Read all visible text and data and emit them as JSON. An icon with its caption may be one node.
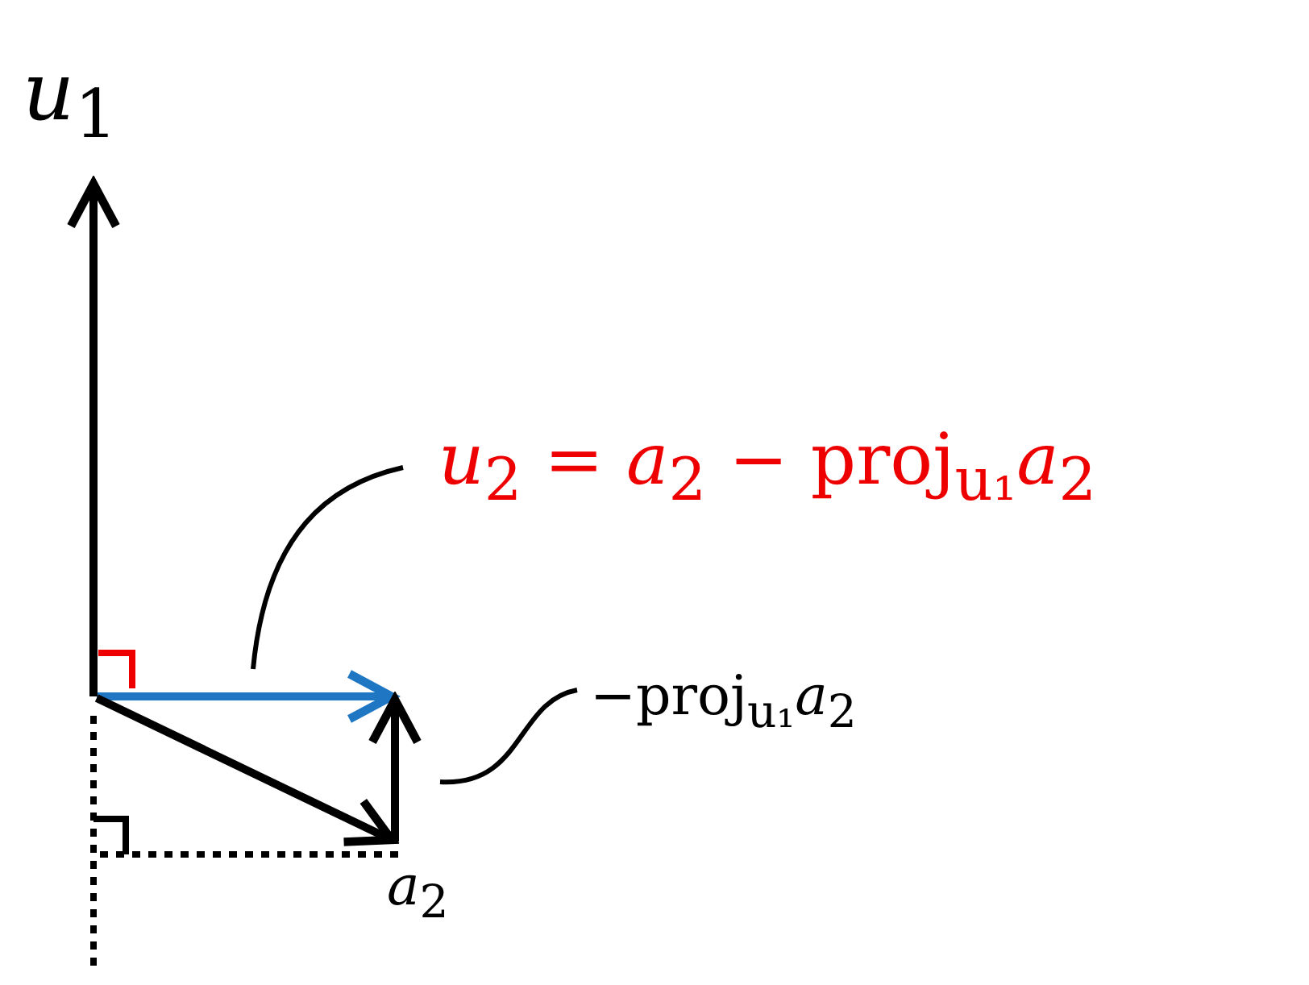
{
  "diagram": {
    "nodes": [
      {
        "text": [
          "*u*$_{2}$ = *a*$_{2}$ − proj$_{u₁}$*a*$_{2}$"
        ]
      },
      {
        "text": [],
        "shape": "arrow"
      },
      {
        "text": [
          "−proj$_{u₁}$*a*$_{2}$"
        ]
      },
      {
        "text": [],
        "shape": "arrow"
      },
      {
        "text": [],
        "shape": "arrow"
      },
      {
        "text": [],
        "shape": "arrow"
      }
    ],
    "edges": [
      {
        "from": 0,
        "to": 1,
        "arrow": "none"
      },
      {
        "from": 2,
        "to": 3,
        "arrow": "none"
      }
    ],
    "labels": [
      "*u*$_{1}$",
      "*a*$_{2}$"
    ]
  }
}
